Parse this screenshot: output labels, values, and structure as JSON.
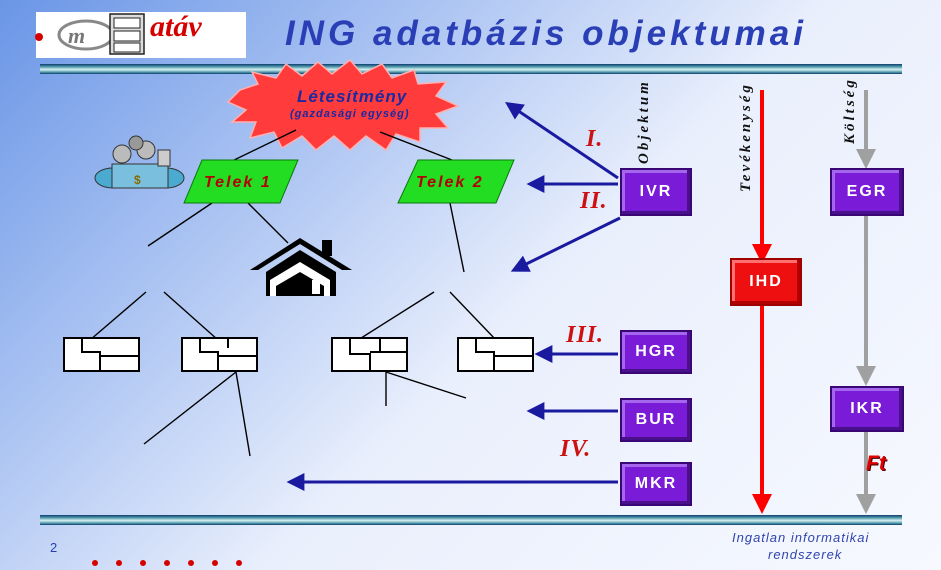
{
  "header": {
    "logo_text": "atáv",
    "title": "ING adatbázis objektumai"
  },
  "columns": {
    "objektum": "Objektum",
    "tevekenyseg": "Tevékenység",
    "koltseg": "Költség"
  },
  "nodes": {
    "letesitmeny": "Létesítmény",
    "letesitmeny_sub": "(gazdasági egység)",
    "telek1": "Telek 1",
    "telek2": "Telek 2"
  },
  "roman": {
    "i": "I.",
    "ii": "II.",
    "iii": "III.",
    "iv": "IV."
  },
  "boxes": {
    "ivr": "IVR",
    "hgr": "HGR",
    "bur": "BUR",
    "mkr": "MKR",
    "ihd": "IHD",
    "egr": "EGR",
    "ikr": "IKR"
  },
  "ft": "Ft",
  "footer": {
    "line1": "Ingatlan informatikai",
    "line2": "rendszerek",
    "page_number": "2"
  },
  "colors": {
    "title_blue": "#2a3fb5",
    "arrow_blue": "#1a1aa0",
    "box_purple": "#7a1bd8",
    "box_red": "#ee1010",
    "telek_green": "#22dd22",
    "star_red": "#ff3b3b"
  }
}
